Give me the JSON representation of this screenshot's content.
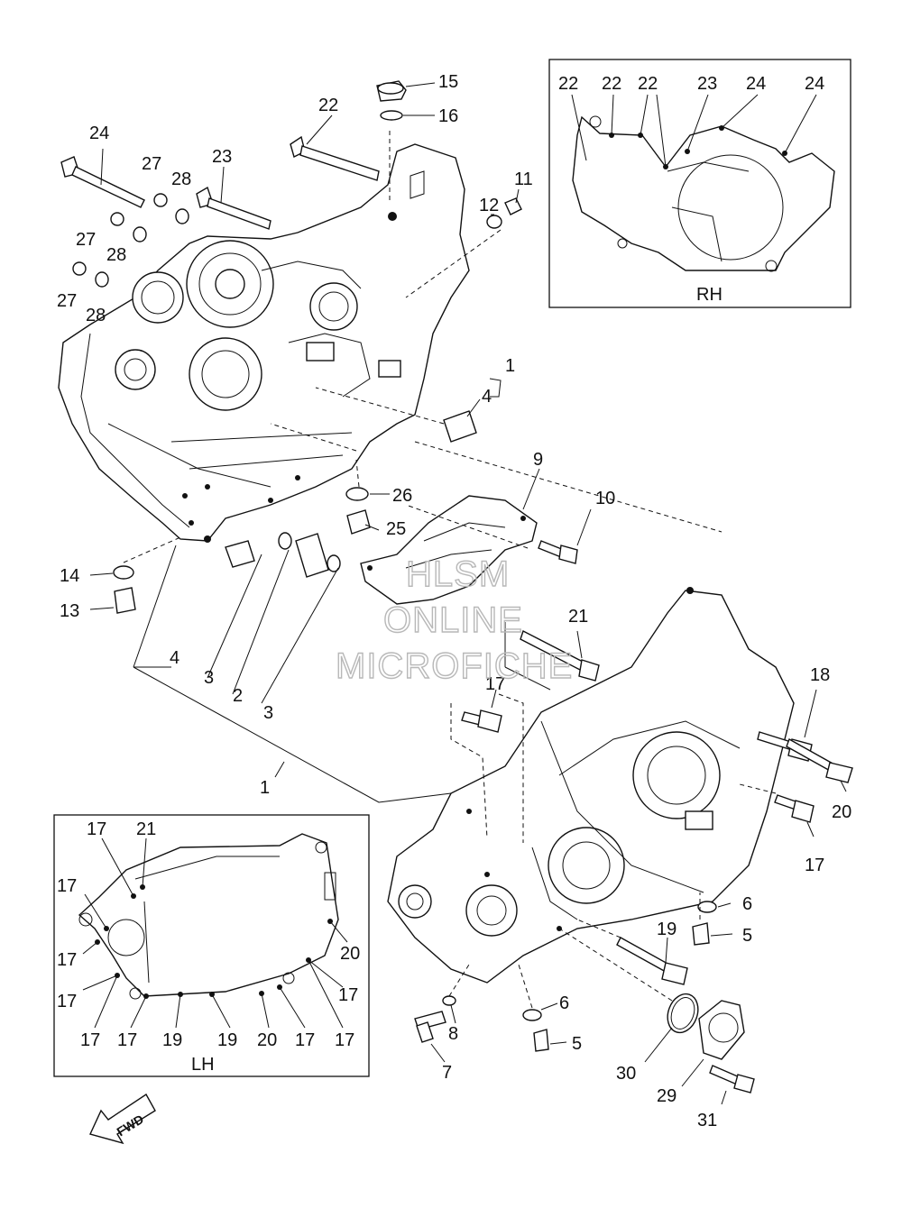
{
  "labels": {
    "l15": "15",
    "l16": "16",
    "l22": "22",
    "l24": "24",
    "l27a": "27",
    "l28a": "28",
    "l23": "23",
    "l12": "12",
    "l11": "11",
    "l27b": "27",
    "l28b": "28",
    "l27c": "27",
    "l28c": "28",
    "l1a": "1",
    "l4a": "4",
    "l9": "9",
    "l10": "10",
    "l26": "26",
    "l25": "25",
    "l14": "14",
    "l13": "13",
    "l4b": "4",
    "l3a": "3",
    "l2": "2",
    "l3b": "3",
    "l1b": "1",
    "l21": "21",
    "l17a": "17",
    "l18": "18",
    "l20a": "20",
    "l17b": "17",
    "l6a": "6",
    "l5a": "5",
    "l19": "19",
    "l6b": "6",
    "l8": "8",
    "l5b": "5",
    "l7": "7",
    "l30": "30",
    "l29": "29",
    "l31": "31"
  },
  "rh_inset": {
    "title": "RH",
    "labels": [
      "22",
      "22",
      "22",
      "23",
      "24",
      "24"
    ]
  },
  "lh_inset": {
    "title": "LH",
    "labels": [
      "17",
      "21",
      "17",
      "17",
      "17",
      "20",
      "17",
      "17",
      "17",
      "19",
      "19",
      "20",
      "17",
      "17"
    ]
  },
  "fwd_arrow": {
    "text": "FWD",
    "icon": "fwd-arrow-icon"
  },
  "watermark": {
    "line1": "HLSM",
    "line2": "ONLINE",
    "line3": "MICROFICHE"
  }
}
